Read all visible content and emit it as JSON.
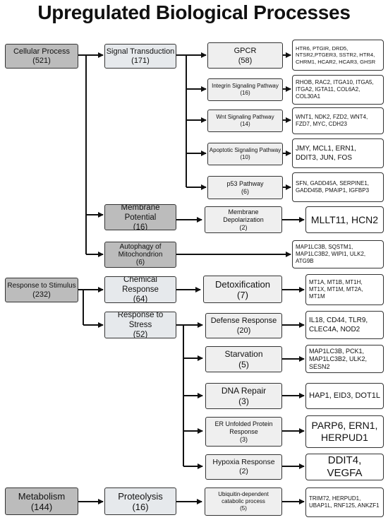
{
  "title": "Upregulated Biological Processes",
  "nodes": {
    "cellular_process": {
      "name": "Cellular Process",
      "count": "(521)"
    },
    "signal_transduction": {
      "name": "Signal Transduction",
      "count": "(171)"
    },
    "gpcr": {
      "name": "GPCR",
      "count": "(58)"
    },
    "gpcr_genes": "HTR6, PTGIR, DRD5, NTSR2,PTGER3, SSTR2, HTR4, CHRM1, HCAR2, HCAR3, GHSR",
    "integrin": {
      "name": "Integrin Signaling Pathway",
      "count": "(16)"
    },
    "integrin_genes": "RHOB, RAC2, ITGA10, ITGA5, ITGA2, IGTA11, COL6A2, COL30A1",
    "wnt": {
      "name": "Wnt Signaling Pathway",
      "count": "(14)"
    },
    "wnt_genes": "WNT1, NDK2, FZD2, WNT4, FZD7, MYC, CDH23",
    "apoptotic": {
      "name": "Apoptotic Signaling Pathway",
      "count": "(10)"
    },
    "apoptotic_genes": "JMY, MCL1, ERN1, DDIT3, JUN, FOS",
    "p53": {
      "name": "p53 Pathway",
      "count": "(6)"
    },
    "p53_genes": "SFN, GADD45A, SERPINE1, GADD45B, PMAIP1, IGFBP3",
    "membrane_potential": {
      "name": "Membrane Potential",
      "count": "(16)"
    },
    "membrane_depol": {
      "name": "Membrane Depolarization",
      "count": "(2)"
    },
    "membrane_depol_genes": "MLLT11, HCN2",
    "autophagy": {
      "name": "Autophagy of Mitochondrion",
      "count": "(6)"
    },
    "autophagy_genes": "MAP1LC3B, SQSTM1, MAP1LC3B2, WIPI1, ULK2, ATG9B",
    "response_stimulus": {
      "name": "Response to Stimulus",
      "count": "(232)"
    },
    "chemical_response": {
      "name": "Chemical Response",
      "count": "(64)"
    },
    "detox": {
      "name": "Detoxification",
      "count": "(7)"
    },
    "detox_genes": "MT1A, MT1B, MT1H, MT1X, MT1M, MT2A, MT1M",
    "response_stress": {
      "name": "Response to Stress",
      "count": "(52)"
    },
    "defense": {
      "name": "Defense Response",
      "count": "(20)"
    },
    "defense_genes": "IL18, CD44, TLR9, CLEC4A, NOD2",
    "starvation": {
      "name": "Starvation",
      "count": "(5)"
    },
    "starvation_genes": "MAP1LC3B, PCK1, MAP1LC3B2, ULK2, SESN2",
    "dna_repair": {
      "name": "DNA Repair",
      "count": "(3)"
    },
    "dna_repair_genes": "HAP1, EID3, DOT1L",
    "er_unfolded": {
      "name": "ER Unfolded Protein Response",
      "count": "(3)"
    },
    "er_unfolded_genes": "PARP6, ERN1, HERPUD1",
    "hypoxia": {
      "name": "Hypoxia Response",
      "count": "(2)"
    },
    "hypoxia_genes": "DDIT4, VEGFA",
    "metabolism": {
      "name": "Metabolism",
      "count": "(144)"
    },
    "proteolysis": {
      "name": "Proteolysis",
      "count": "(16)"
    },
    "ubiquitin": {
      "name": "Ubiquitin-dependent catabolic process",
      "count": "(5)"
    },
    "ubiquitin_genes": "TRIM72, HERPUD1, UBAP1L, RNF125, ANKZF1"
  }
}
